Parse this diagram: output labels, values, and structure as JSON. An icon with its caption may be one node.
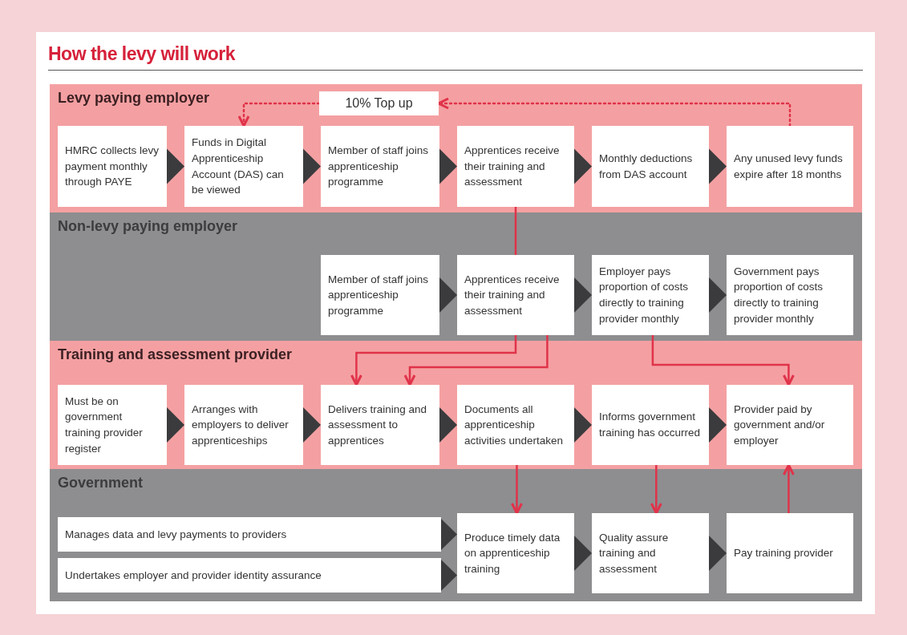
{
  "diagram": {
    "title": "How the levy will work",
    "nodes": [
      {
        "text": [
          "Levy paying employer"
        ]
      },
      {
        "text": [
          "HMRC collects levy payment monthly through PAYE"
        ],
        "in": 0
      },
      {
        "text": [
          "Funds in Digital Apprenticeship Account (DAS) can be viewed"
        ],
        "in": 0
      },
      {
        "text": [
          "10% Top up"
        ],
        "in": 0
      },
      {
        "text": [
          "Member of staff joins apprenticeship programme"
        ],
        "in": 0
      },
      {
        "text": [
          "Apprentices receive their training and assessment"
        ],
        "in": 0
      },
      {
        "text": [
          "Monthly deductions from DAS account"
        ],
        "in": 0
      },
      {
        "text": [
          "Any unused levy funds expire after 18 months"
        ],
        "in": 0
      },
      {
        "text": [
          "Non-levy paying employer"
        ]
      },
      {
        "text": [
          "Member of staff joins apprenticeship programme"
        ],
        "in": 8
      },
      {
        "text": [
          "Apprentices receive their training and assessment"
        ],
        "in": 8
      },
      {
        "text": [
          "Employer pays proportion of costs directly to training provider monthly"
        ],
        "in": 8
      },
      {
        "text": [
          "Government pays proportion of costs directly to training provider monthly"
        ],
        "in": 8
      },
      {
        "text": [
          "Training and assessment provider"
        ]
      },
      {
        "text": [
          "Must be on government training provider register"
        ],
        "in": 13
      },
      {
        "text": [
          "Arranges with employers to deliver apprenticeships"
        ],
        "in": 13
      },
      {
        "text": [
          "Delivers training and assessment to apprentices"
        ],
        "in": 13
      },
      {
        "text": [
          "Documents all apprenticeship activities undertaken"
        ],
        "in": 13
      },
      {
        "text": [
          "Informs government training has occurred"
        ],
        "in": 13
      },
      {
        "text": [
          "Provider paid by government and/or employer"
        ],
        "in": 13
      },
      {
        "text": [
          "Government"
        ]
      },
      {
        "text": [
          "Manages data and levy payments to providers"
        ],
        "in": 20
      },
      {
        "text": [
          "Undertakes employer and provider identity assurance"
        ],
        "in": 20
      },
      {
        "text": [
          "Produce timely data on apprenticeship training"
        ],
        "in": 20
      },
      {
        "text": [
          "Quality assure training and assessment"
        ],
        "in": 20
      },
      {
        "text": [
          "Pay training provider"
        ],
        "in": 20
      }
    ],
    "edges": [
      {
        "from": 1,
        "to": 2,
        "arrow": "to"
      },
      {
        "from": 2,
        "to": 4,
        "arrow": "to"
      },
      {
        "from": 4,
        "to": 5,
        "arrow": "to"
      },
      {
        "from": 5,
        "to": 6,
        "arrow": "to"
      },
      {
        "from": 6,
        "to": 7,
        "arrow": "to"
      },
      {
        "from": 9,
        "to": 10,
        "arrow": "to"
      },
      {
        "from": 10,
        "to": 11,
        "arrow": "to"
      },
      {
        "from": 11,
        "to": 12,
        "arrow": "to"
      },
      {
        "from": 14,
        "to": 15,
        "arrow": "to"
      },
      {
        "from": 15,
        "to": 16,
        "arrow": "to"
      },
      {
        "from": 16,
        "to": 17,
        "arrow": "to"
      },
      {
        "from": 17,
        "to": 18,
        "arrow": "to"
      },
      {
        "from": 18,
        "to": 19,
        "arrow": "to"
      },
      {
        "from": 21,
        "to": 23,
        "arrow": "to"
      },
      {
        "from": 22,
        "to": 23,
        "arrow": "to"
      },
      {
        "from": 23,
        "to": 24,
        "arrow": "to"
      },
      {
        "from": 24,
        "to": 25,
        "arrow": "to"
      },
      {
        "from": 7,
        "to": 3,
        "arrow": "to",
        "style": "dashed",
        "color": "#e0334a"
      },
      {
        "from": 3,
        "to": 2,
        "arrow": "to",
        "style": "dashed",
        "color": "#e0334a"
      },
      {
        "from": 5,
        "to": 10,
        "arrow": "none",
        "color": "#e0334a"
      },
      {
        "from": 10,
        "to": 16,
        "arrow": "to",
        "color": "#e0334a"
      },
      {
        "from": 10,
        "to": 16,
        "arrow": "to",
        "color": "#e0334a"
      },
      {
        "from": 11,
        "to": 19,
        "arrow": "to",
        "color": "#e0334a"
      },
      {
        "from": 17,
        "to": 23,
        "arrow": "to",
        "color": "#e0334a"
      },
      {
        "from": 18,
        "to": 24,
        "arrow": "to",
        "color": "#e0334a"
      },
      {
        "from": 25,
        "to": 19,
        "arrow": "to",
        "color": "#e0334a"
      }
    ]
  }
}
